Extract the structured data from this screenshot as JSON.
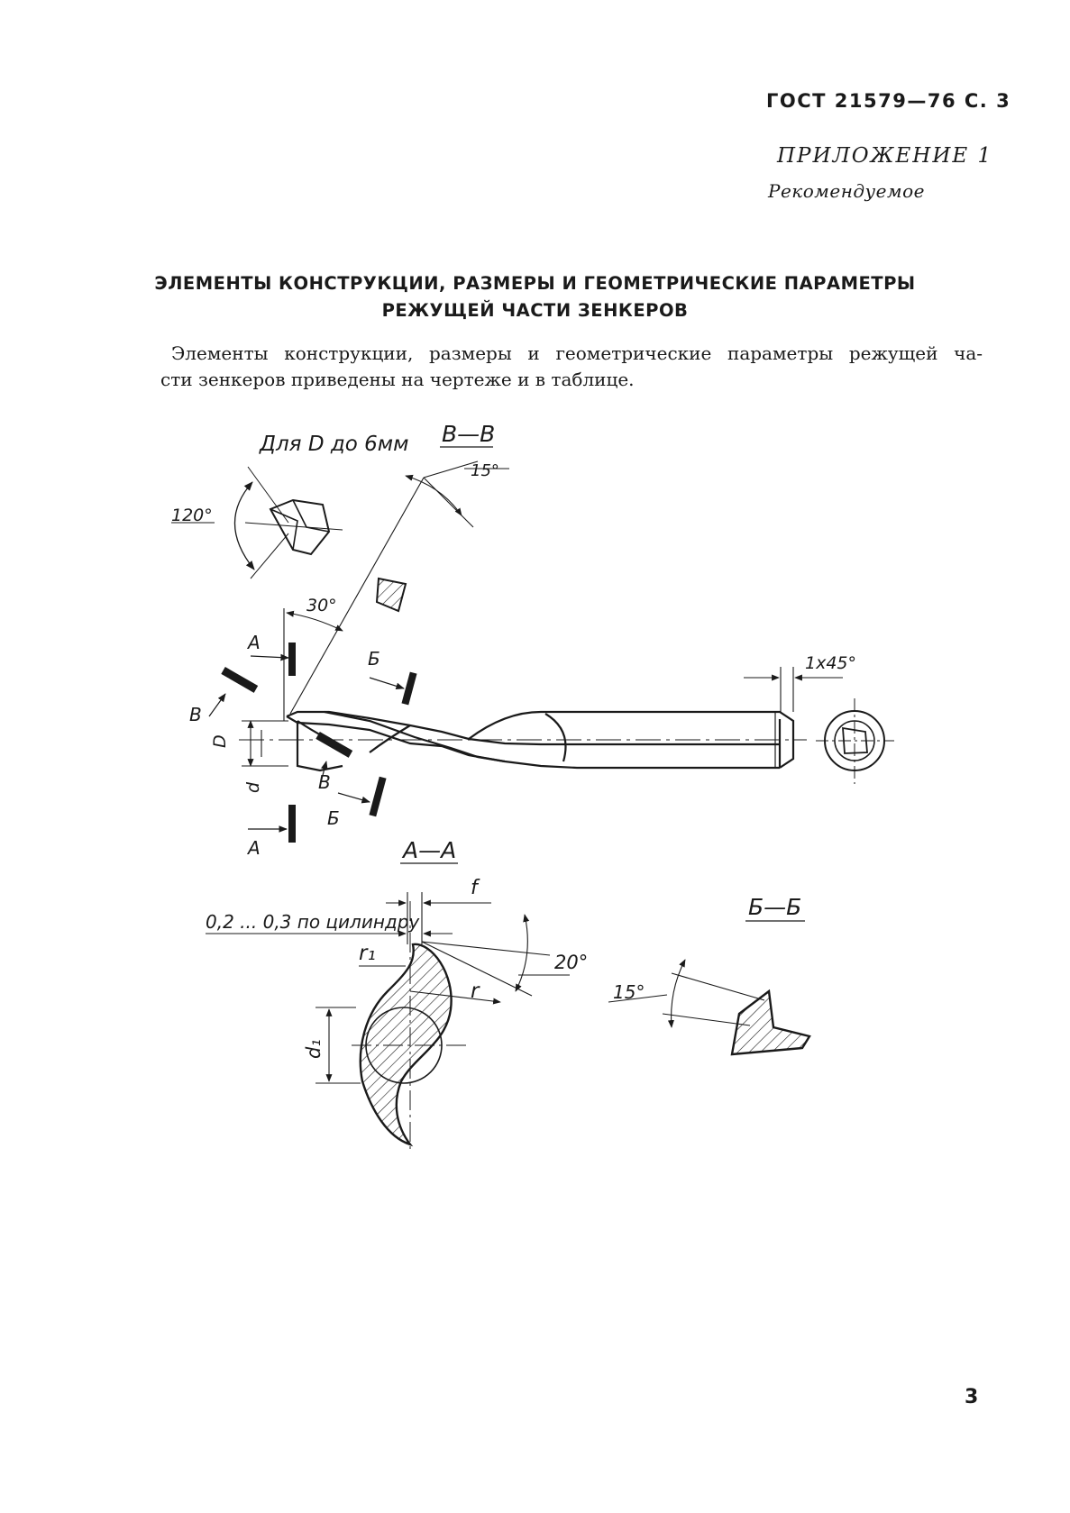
{
  "header": {
    "standard": "ГОСТ 21579—76 С. 3",
    "appendix": "ПРИЛОЖЕНИЕ 1",
    "recommended": "Рекомендуемое"
  },
  "title": {
    "line1": "ЭЛЕМЕНТЫ КОНСТРУКЦИИ, РАЗМЕРЫ И ГЕОМЕТРИЧЕСКИЕ ПАРАМЕТРЫ",
    "line2": "РЕЖУЩЕЙ ЧАСТИ ЗЕНКЕРОВ"
  },
  "intro": {
    "line1": "Элементы конструкции, размеры и геометрические параметры режущей ча-",
    "line2": "сти зенкеров приведены на чертеже и в таблице."
  },
  "drawing": {
    "note_small_d": "Для D до 6мм",
    "section_vv": "В—В",
    "angle_15": "15°",
    "angle_120": "120°",
    "angle_30": "30°",
    "chamfer": "1x45°",
    "label_A": "А",
    "label_B": "Б",
    "label_V": "В",
    "dim_D": "D",
    "dim_d": "d",
    "section_aa": "А—А",
    "dim_f": "f",
    "note_cylinder": "0,2 ... 0,3 по цилиндру",
    "dim_r1": "r₁",
    "dim_r": "r",
    "angle_20": "20°",
    "dim_d1": "d₁",
    "section_bb": "Б—Б",
    "angle_15b": "15°"
  },
  "page_number": "3"
}
